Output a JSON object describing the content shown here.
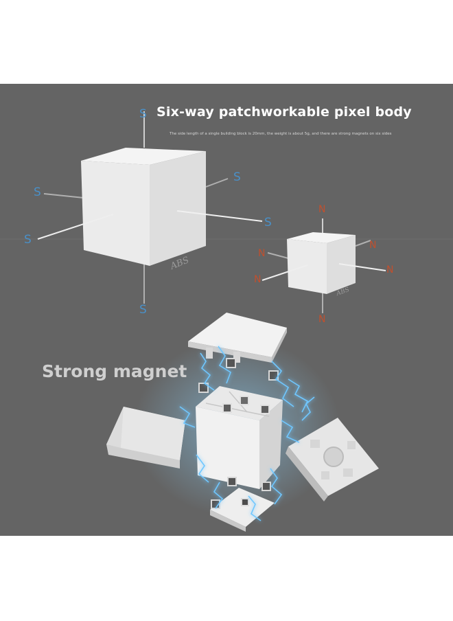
{
  "title": "Six-way patchworkable pixel body",
  "subtitle": "The side length of a single building block is 20mm, the weight is about 5g, and there are strong magnets on six sides",
  "magnet_label": "Strong magnet",
  "big_cube": {
    "material": "ABS",
    "poles": [
      "S",
      "S",
      "S",
      "S",
      "S",
      "S"
    ]
  },
  "small_cube": {
    "material": "ABS",
    "poles": [
      "N",
      "N",
      "N",
      "N",
      "N",
      "N"
    ]
  },
  "colors": {
    "background": "#646464",
    "s_pole": "#4a90c8",
    "n_pole": "#c0502e",
    "lightning": "#6fc7ff"
  }
}
